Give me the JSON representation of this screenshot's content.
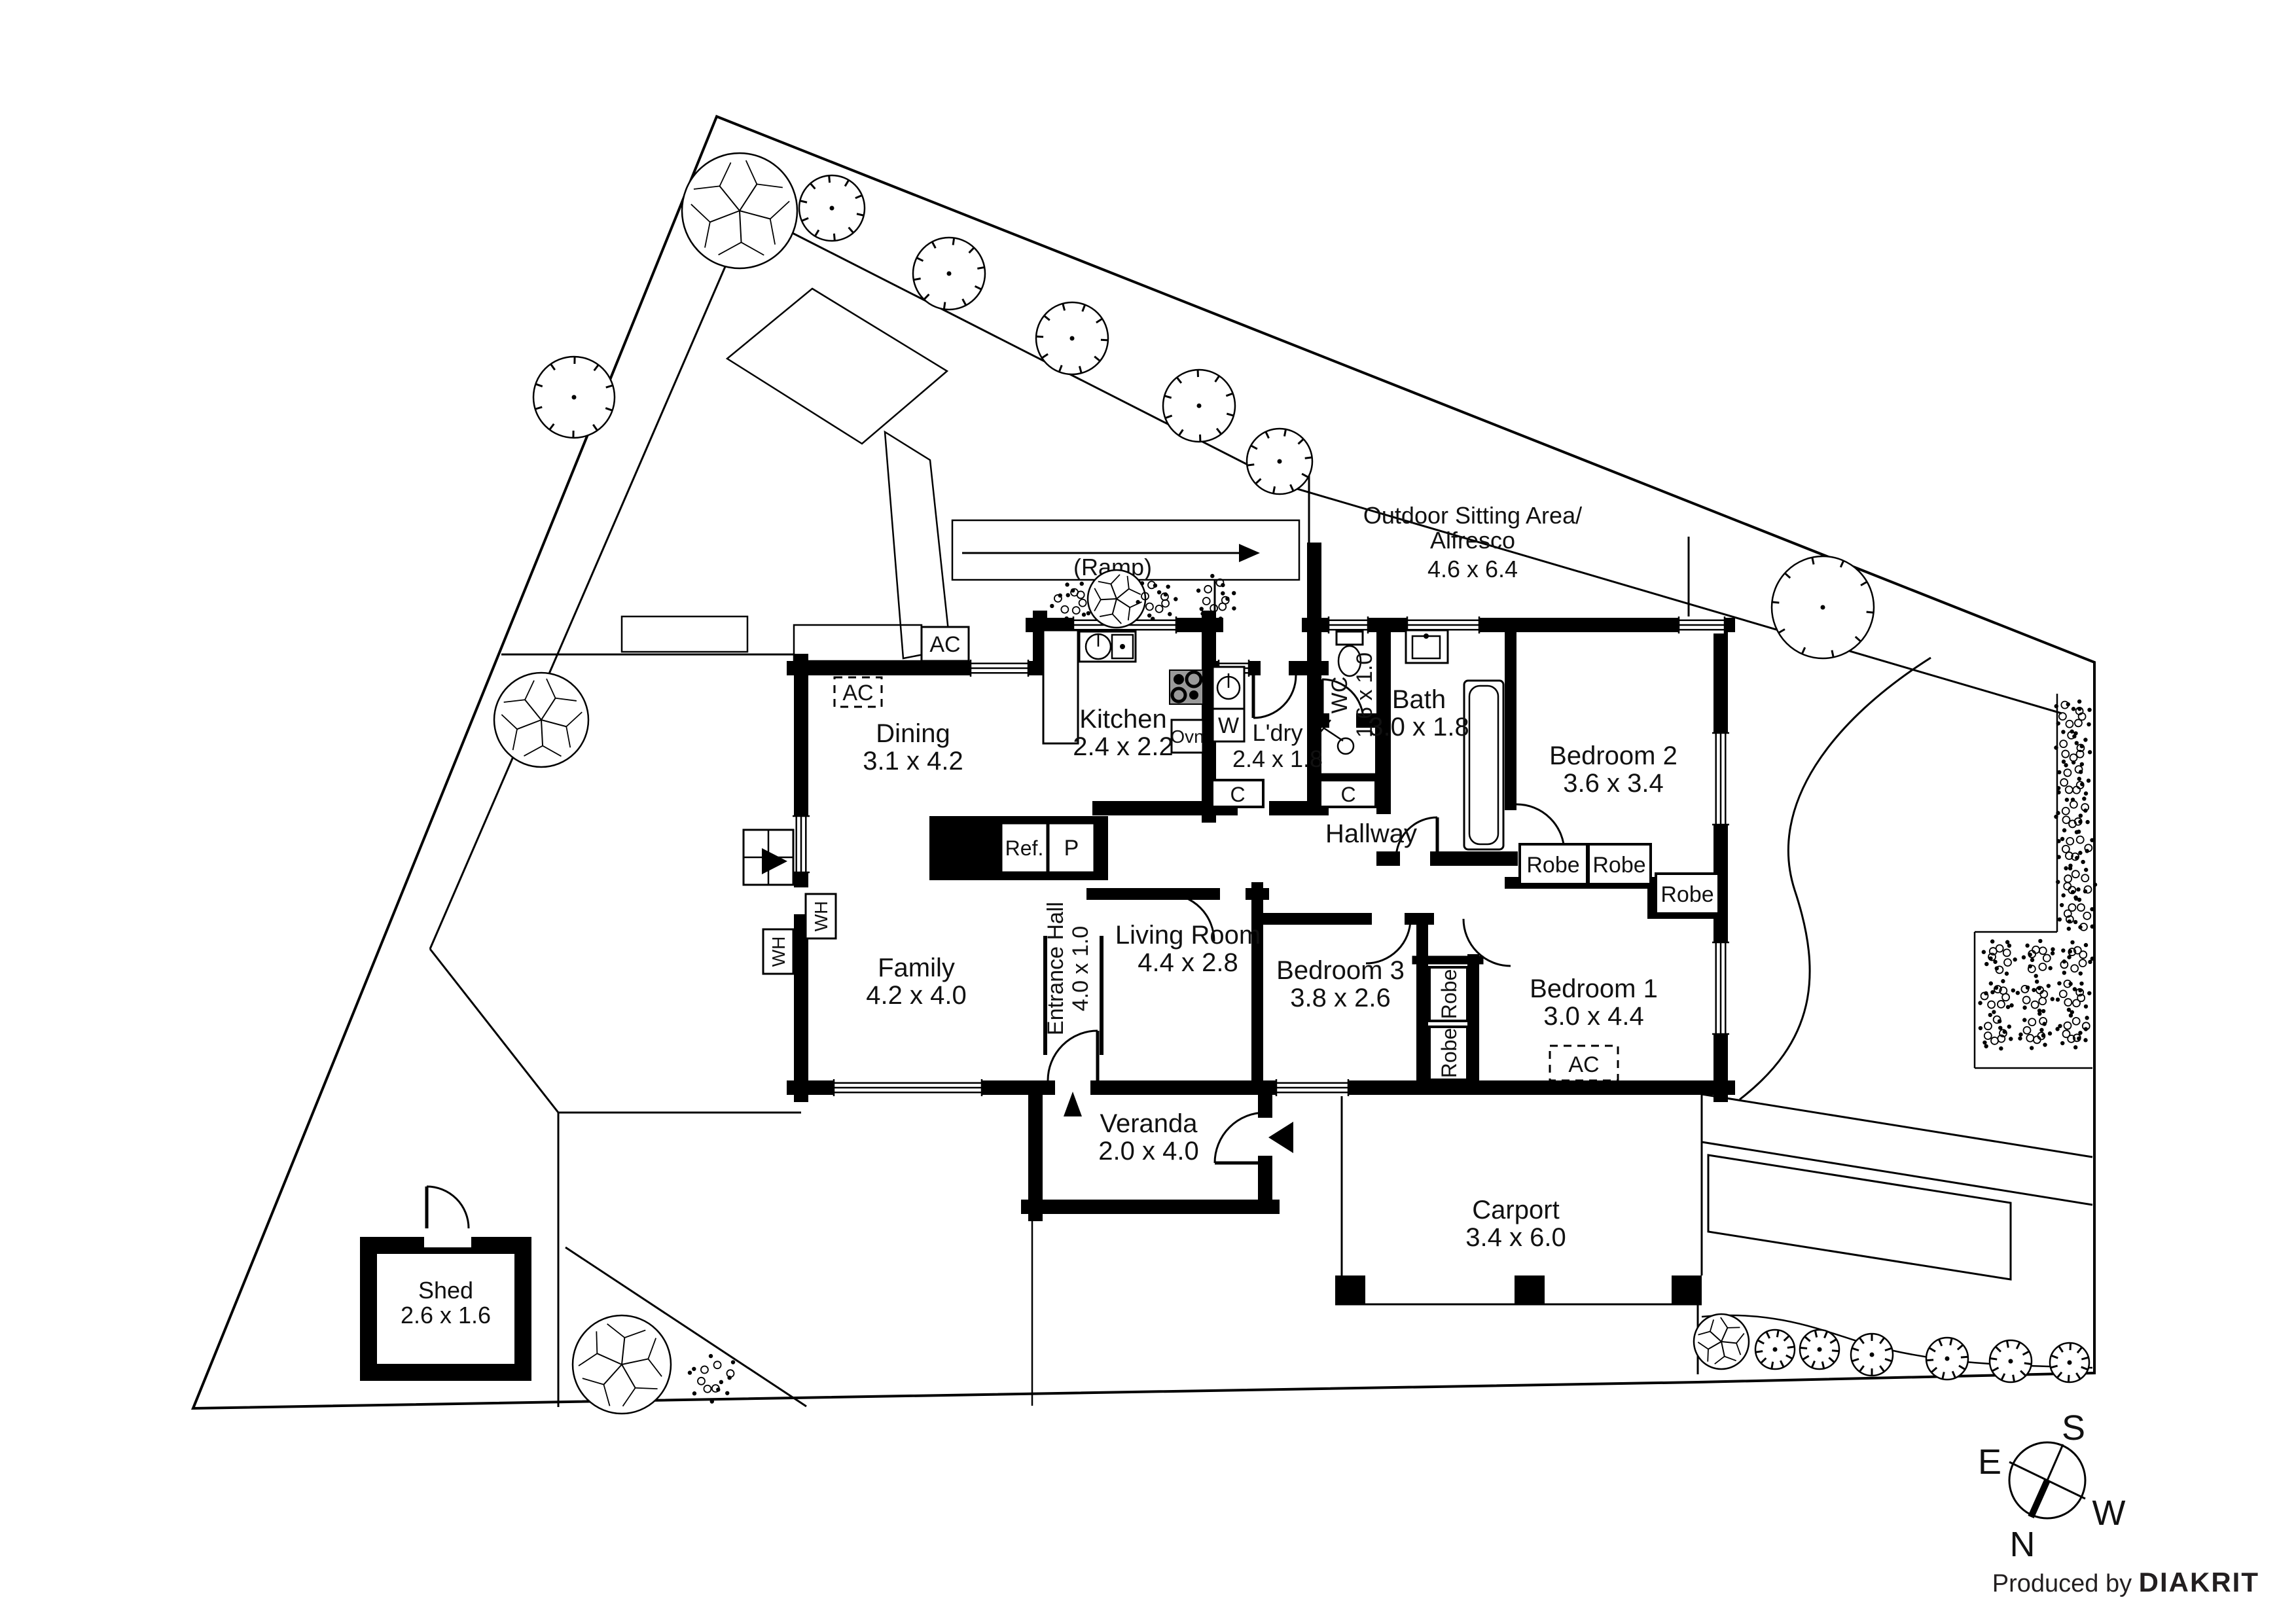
{
  "rooms": {
    "dining": {
      "name": "Dining",
      "dims": "3.1 x 4.2"
    },
    "kitchen": {
      "name": "Kitchen",
      "dims": "2.4 x 2.2"
    },
    "laundry": {
      "name": "L'dry",
      "dims": "2.4 x 1.8"
    },
    "wc": {
      "name": "WC",
      "dims": "1.6 x 1.0"
    },
    "bath": {
      "name": "Bath",
      "dims": "3.0 x 1.8"
    },
    "bedroom2": {
      "name": "Bedroom 2",
      "dims": "3.6 x 3.4"
    },
    "hallway": {
      "name": "Hallway",
      "dims": ""
    },
    "living": {
      "name": "Living Room",
      "dims": "4.4 x 2.8"
    },
    "entrance": {
      "name": "Entrance Hall",
      "dims": "4.0 x 1.0"
    },
    "family": {
      "name": "Family",
      "dims": "4.2 x 4.0"
    },
    "bedroom3": {
      "name": "Bedroom 3",
      "dims": "3.8 x 2.6"
    },
    "bedroom1": {
      "name": "Bedroom 1",
      "dims": "3.0 x 4.4"
    },
    "veranda": {
      "name": "Veranda",
      "dims": "2.0 x 4.0"
    },
    "carport": {
      "name": "Carport",
      "dims": "3.4 x 6.0"
    },
    "shed": {
      "name": "Shed",
      "dims": "2.6 x 1.6"
    }
  },
  "outdoor": {
    "ramp": "(Ramp)",
    "sitting_line1": "Outdoor Sitting Area/",
    "sitting_line2": "Alfresco",
    "sitting_dims": "4.6 x 6.4"
  },
  "labels": {
    "ac": "AC",
    "oven": "Ovn",
    "washer": "W",
    "cupboard": "C",
    "fridge": "Ref.",
    "pantry": "P",
    "water_heater": "WH",
    "robe": "Robe"
  },
  "compass": {
    "north": "N",
    "south": "S",
    "east": "E",
    "west": "W"
  },
  "credit": {
    "prefix": "Produced by ",
    "brand": "DIAKRIT"
  },
  "colors": {
    "line": "#000000",
    "background": "#ffffff",
    "cooktop": "#9a9a9a"
  }
}
